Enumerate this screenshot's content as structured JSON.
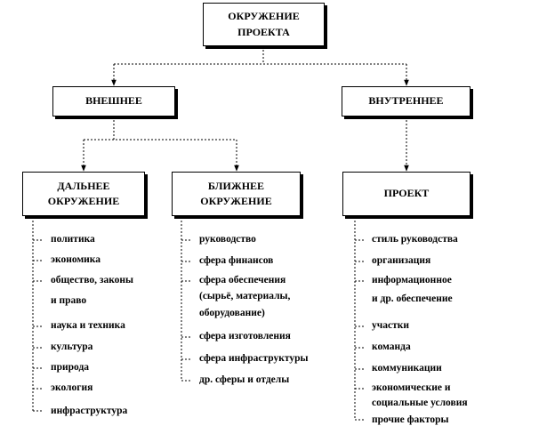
{
  "root": {
    "line1": "ОКРУЖЕНИЕ",
    "line2": "ПРОЕКТА"
  },
  "external": {
    "label": "ВНЕШНЕЕ"
  },
  "internal": {
    "label": "ВНУТРЕННЕЕ"
  },
  "far": {
    "line1": "ДАЛЬНЕЕ",
    "line2": "ОКРУЖЕНИЕ",
    "items": [
      "политика",
      "экономика",
      "общество, законы",
      "и право",
      "наука и техника",
      "культура",
      "природа",
      "экология",
      "инфраструктура"
    ]
  },
  "near": {
    "line1": "БЛИЖНЕЕ",
    "line2": "ОКРУЖЕНИЕ",
    "items": [
      "руководство",
      "сфера финансов",
      "сфера обеспечения",
      "(сырьё, материалы,",
      "оборудование)",
      "сфера изготовления",
      "сфера инфраструктуры",
      "др. сферы и отделы"
    ]
  },
  "project": {
    "label": "ПРОЕКТ",
    "items": [
      "стиль руководства",
      "организация",
      "информационное",
      "и др. обеспечение",
      "участки",
      "команда",
      "коммуникации",
      "экономические и",
      "социальные условия",
      "прочие факторы"
    ]
  }
}
